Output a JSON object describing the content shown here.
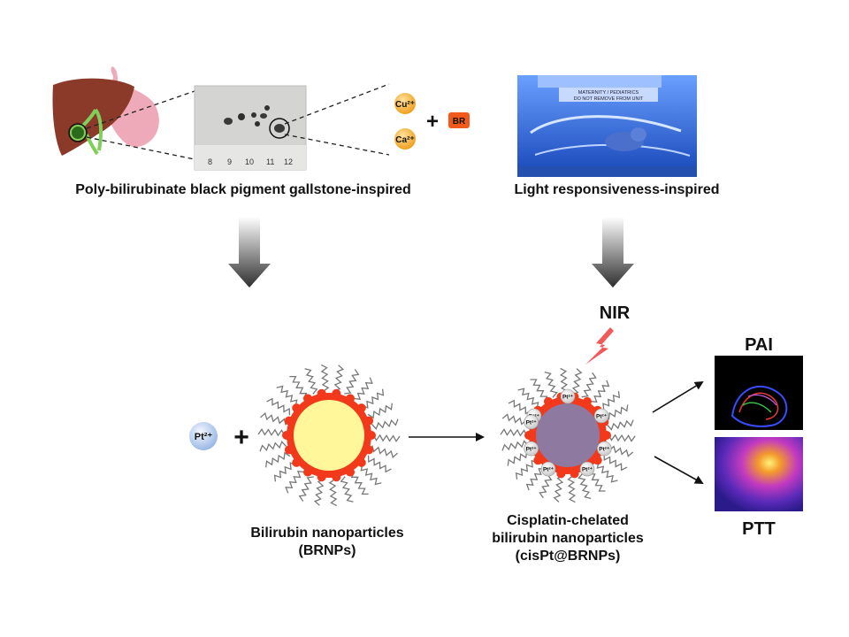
{
  "top_left": {
    "caption": "Poly-bilirubinate black pigment gallstone-inspired",
    "photo_ruler_ticks": [
      "8",
      "9",
      "10",
      "11",
      "12"
    ],
    "ions": [
      "Cu²⁺",
      "Ca²⁺"
    ],
    "plus": "+",
    "br_label": "BR"
  },
  "top_right": {
    "caption": "Light responsiveness-inspired",
    "incubator_sign_line1": "MATERNITY / PEDIATRICS",
    "incubator_sign_line2": "DO NOT REMOVE FROM UNIT"
  },
  "bottom": {
    "pt_ion": "Pt²⁺",
    "plus": "+",
    "brnps_caption_line1": "Bilirubin nanoparticles",
    "brnps_caption_line2": "(BRNPs)",
    "cispt_caption_line1": "Cisplatin-chelated",
    "cispt_caption_line2": "bilirubin nanoparticles",
    "cispt_caption_line3": "(cisPt@BRNPs)",
    "nir_label": "NIR",
    "pt_surface_label": "Pt²⁺",
    "pai_label": "PAI",
    "ptt_label": "PTT"
  },
  "colors": {
    "core_yellow": "#fff79a",
    "shell_red": "#f2391c",
    "core_purple": "#8e7aa0",
    "lightning": "#f15a5a",
    "arrow_gray_top": "#b5b5b5",
    "arrow_gray_bottom": "#333333"
  }
}
